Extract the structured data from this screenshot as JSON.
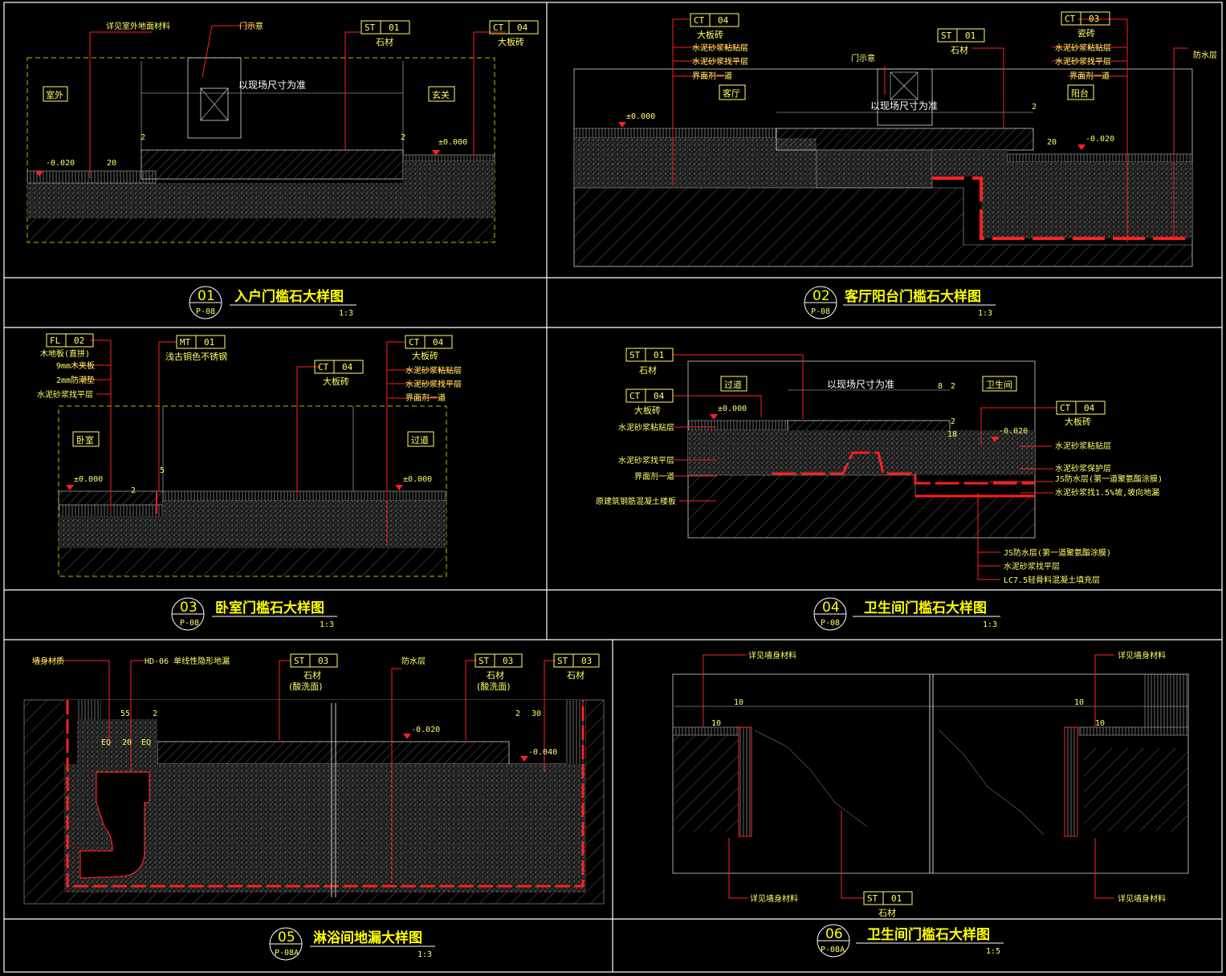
{
  "colors": {
    "background": "#000000",
    "frame": "#ffffff",
    "leader": "#ff2020",
    "text": "#ffff66",
    "hatch": "#666666"
  },
  "panels": [
    {
      "id": "01",
      "ref": "P-08",
      "title": "入户门槛石大样图",
      "scale": "1:3",
      "labels": {
        "left_room": "室外",
        "right_room": "玄关",
        "dim_note": "以现场尺寸为准",
        "door": "门示意",
        "outdoor_note": "详见室外地面材料",
        "level_left": "-0.020",
        "level_right": "±0.000",
        "d20": "20",
        "d2a": "2",
        "d2b": "2"
      },
      "tags": [
        {
          "code": "ST",
          "num": "01",
          "desc": "石材"
        },
        {
          "code": "CT",
          "num": "04",
          "desc": "大板砖"
        }
      ]
    },
    {
      "id": "02",
      "ref": "P-08",
      "title": "客厅阳台门槛石大样图",
      "scale": "1:3",
      "labels": {
        "left_room": "客厅",
        "right_room": "阳台",
        "dim_note": "以现场尺寸为准",
        "door": "门示意",
        "level_left": "±0.000",
        "level_right": "-0.020",
        "d20": "20",
        "d2": "2",
        "waterproof": "防水层",
        "l1": "水泥砂浆粘贴层",
        "l2": "水泥砂浆找平层",
        "l3": "界面剂一道",
        "r1": "水泥砂浆粘贴层",
        "r2": "水泥砂浆找平层",
        "r3": "界面剂一道"
      },
      "tags": [
        {
          "code": "CT",
          "num": "04",
          "desc": "大板砖"
        },
        {
          "code": "ST",
          "num": "01",
          "desc": "石材"
        },
        {
          "code": "CT",
          "num": "03",
          "desc": "瓷砖"
        }
      ]
    },
    {
      "id": "03",
      "ref": "P-08",
      "title": "卧室门槛石大样图",
      "scale": "1:3",
      "labels": {
        "left_room": "卧室",
        "right_room": "过道",
        "level_left": "±0.000",
        "level_right": "±0.000",
        "d5": "5",
        "d2": "2",
        "l1": "9mm木夹板",
        "l2": "2mm防潮垫",
        "l3": "水泥砂浆找平层",
        "r1": "水泥砂浆粘贴层",
        "r2": "水泥砂浆找平层",
        "r3": "界面剂一道"
      },
      "tags": [
        {
          "code": "FL",
          "num": "02",
          "desc": "木地板(直拼)"
        },
        {
          "code": "MT",
          "num": "01",
          "desc": "浅古铜色不锈钢"
        },
        {
          "code": "CT",
          "num": "04",
          "desc": "大板砖"
        },
        {
          "code": "CT",
          "num": "04",
          "desc": "大板砖"
        }
      ]
    },
    {
      "id": "04",
      "ref": "P-08",
      "title": "卫生间门槛石大样图",
      "scale": "1:3",
      "labels": {
        "left_room": "过道",
        "right_room": "卫生间",
        "dim_note": "以现场尺寸为准",
        "level_left": "±0.000",
        "level_right": "-0.020",
        "d8": "8",
        "d2": "2",
        "d18": "18",
        "d2b": "2",
        "l1": "水泥砂浆粘贴层",
        "l2": "水泥砂浆找平层",
        "l3": "界面剂一道",
        "l4": "原建筑钢筋混凝土楼板",
        "r1": "水泥砂浆粘贴层",
        "r2": "水泥砂浆保护层",
        "r3": "JS防水层(第一道聚氨酯涂膜)",
        "r4": "水泥砂浆找1.5%坡,坡向地漏",
        "b1": "JS防水层(第一道聚氨酯涂膜)",
        "b2": "水泥砂浆找平层",
        "b3": "LC7.5轻骨料混凝土填充层"
      },
      "tags": [
        {
          "code": "ST",
          "num": "01",
          "desc": "石材"
        },
        {
          "code": "CT",
          "num": "04",
          "desc": "大板砖"
        },
        {
          "code": "CT",
          "num": "04",
          "desc": "大板砖"
        }
      ]
    },
    {
      "id": "05",
      "ref": "P-08A",
      "title": "淋浴间地漏大样图",
      "scale": "1:3",
      "labels": {
        "wall": "墙身材质",
        "drain": "HD-06 单线性隐形地漏",
        "waterproof": "防水层",
        "level_a": "-0.020",
        "level_b": "-0.040",
        "d55": "55",
        "d2": "2",
        "eq1": "EQ",
        "d20": "20",
        "eq2": "EQ",
        "d2b": "2",
        "d30": "30"
      },
      "tags": [
        {
          "code": "ST",
          "num": "03",
          "desc": "石材",
          "desc2": "(酸洗面)"
        },
        {
          "code": "ST",
          "num": "03",
          "desc": "石材",
          "desc2": "(酸洗面)"
        },
        {
          "code": "ST",
          "num": "03",
          "desc": "石材",
          "desc2": ""
        }
      ]
    },
    {
      "id": "06",
      "ref": "P-08A",
      "title": "卫生间门槛石大样图",
      "scale": "1:5",
      "labels": {
        "tl": "详见墙身材料",
        "tr": "详见墙身材料",
        "bl": "详见墙身材料",
        "br": "详见墙身材料",
        "d10a": "10",
        "d10b": "10",
        "d10c": "10",
        "d10d": "10"
      },
      "tags": [
        {
          "code": "ST",
          "num": "01",
          "desc": "石材"
        }
      ]
    }
  ]
}
